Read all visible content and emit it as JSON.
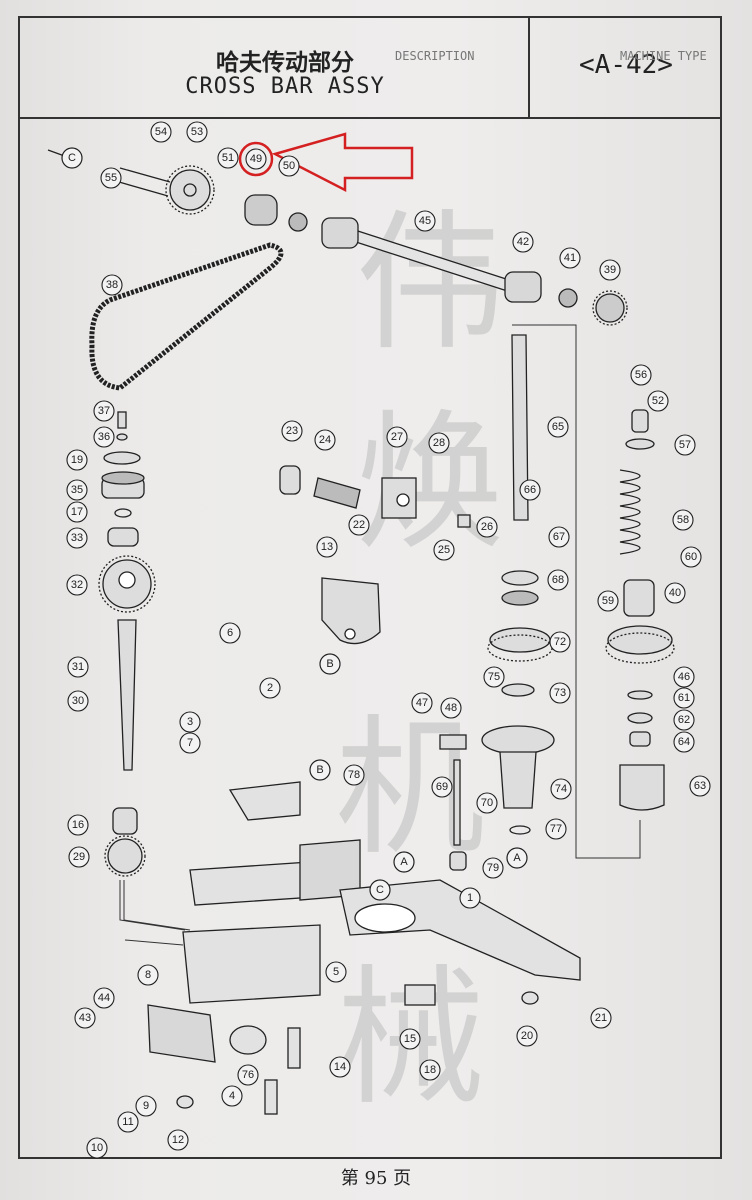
{
  "header": {
    "title_cn": "哈夫传动部分",
    "title_en": "CROSS BAR ASSY",
    "code": "<A-42>"
  },
  "watermark": [
    "伟",
    "焕",
    "机",
    "械"
  ],
  "footer": {
    "page": "第 95 页"
  },
  "highlight": {
    "part": "49",
    "color": "#d42020"
  },
  "view_markers": [
    "C",
    "B",
    "B",
    "A",
    "A",
    "C"
  ],
  "parts": [
    "1",
    "2",
    "3",
    "4",
    "5",
    "6",
    "7",
    "8",
    "9",
    "10",
    "11",
    "12",
    "13",
    "14",
    "15",
    "16",
    "17",
    "18",
    "19",
    "20",
    "21",
    "22",
    "23",
    "24",
    "25",
    "26",
    "27",
    "28",
    "29",
    "30",
    "31",
    "32",
    "33",
    "35",
    "36",
    "37",
    "38",
    "39",
    "40",
    "41",
    "42",
    "43",
    "44",
    "45",
    "46",
    "47",
    "48",
    "49",
    "50",
    "51",
    "52",
    "53",
    "54",
    "55",
    "56",
    "57",
    "58",
    "59",
    "60",
    "61",
    "62",
    "63",
    "64",
    "65",
    "66",
    "67",
    "68",
    "69",
    "70",
    "72",
    "73",
    "74",
    "75",
    "76",
    "77",
    "78",
    "79"
  ]
}
